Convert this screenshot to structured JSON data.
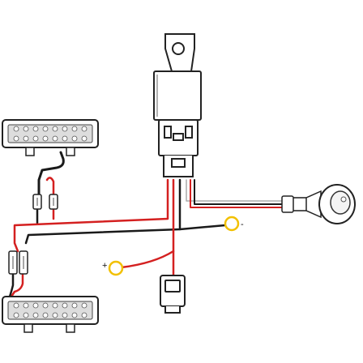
{
  "labels": {
    "ground_terminal_sign": "-",
    "battery_terminal_sign": "+"
  },
  "wire_colors": {
    "red": "#d42020",
    "black": "#1a1a1a",
    "white": "#cccccc",
    "terminal_ring": "#f2c000"
  },
  "components": [
    "relay",
    "relay-socket",
    "light-bar-top",
    "light-bar-bottom",
    "inline-fuse-holder",
    "rocker-switch",
    "ground-ring-terminal",
    "battery-ring-terminal"
  ]
}
